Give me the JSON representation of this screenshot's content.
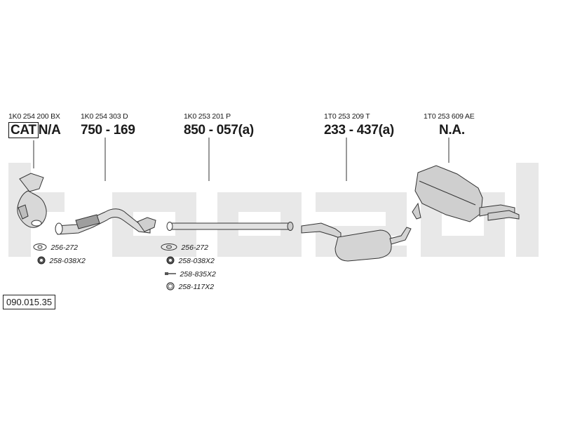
{
  "parts": [
    {
      "oe_number": "1K0 254 200 BX",
      "part_number": "N/A",
      "badge": "CAT"
    },
    {
      "oe_number": "1K0 254 303 D",
      "part_number": "750 - 169"
    },
    {
      "oe_number": "1K0 253 201 P",
      "part_number": "850 - 057(a)"
    },
    {
      "oe_number": "1T0 253 209 T",
      "part_number": "233 - 437(a)"
    },
    {
      "oe_number": "1T0 253 609 AE",
      "part_number": "N.A."
    }
  ],
  "accessories_left": [
    {
      "code": "256-272",
      "icon": "gasket-icon"
    },
    {
      "code": "258-038X2",
      "icon": "nut-icon"
    }
  ],
  "accessories_center": [
    {
      "code": "256-272",
      "icon": "gasket-icon"
    },
    {
      "code": "258-038X2",
      "icon": "nut-icon"
    },
    {
      "code": "258-835X2",
      "icon": "bolt-icon"
    },
    {
      "code": "258-117X2",
      "icon": "ring-icon"
    }
  ],
  "reference": "090.015.35",
  "colors": {
    "watermark": "#e6e6e6",
    "line": "#333333",
    "part_fill": "#d8d8d8"
  }
}
